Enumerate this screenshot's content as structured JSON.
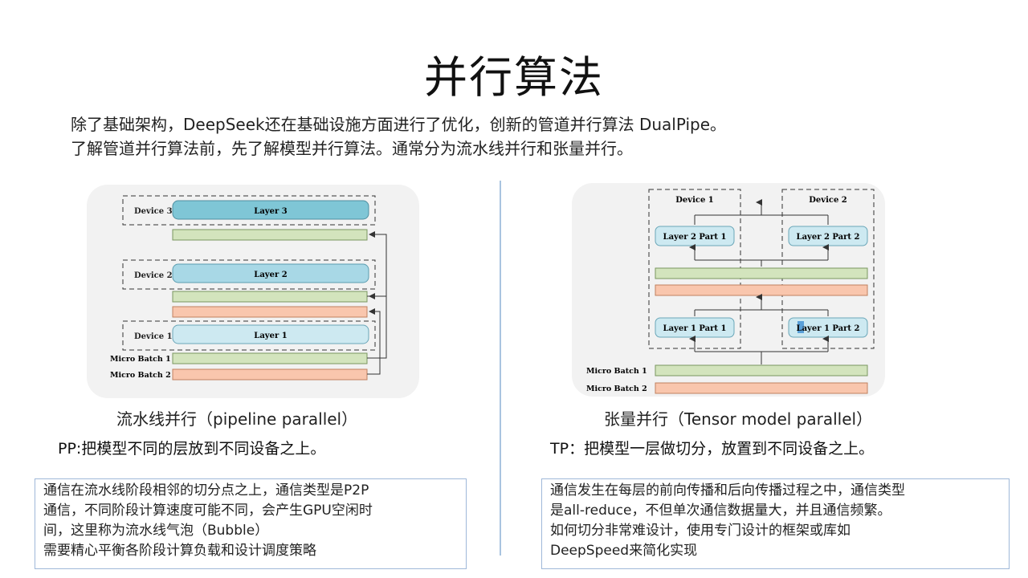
{
  "title": "并行算法",
  "intro": {
    "line1": "除了基础架构，DeepSeek还在基础设施方面进行了优化，创新的管道并行算法 DualPipe。",
    "line2": "了解管道并行算法前，先了解模型并行算法。通常分为流水线并行和张量并行。"
  },
  "pipeline": {
    "diagram": {
      "device3": "Device 3",
      "layer3": "Layer 3",
      "device2": "Device 2",
      "layer2": "Layer 2",
      "device1": "Device 1",
      "layer1": "Layer 1",
      "mb1": "Micro Batch 1",
      "mb2": "Micro Batch 2"
    },
    "caption": "流水线并行（pipeline parallel）",
    "desc": "PP:把模型不同的层放到不同设备之上。",
    "note": [
      "通信在流水线阶段相邻的切分点之上，通信类型是P2P",
      "通信，不同阶段计算速度可能不同，会产生GPU空闲时",
      "间，这里称为流水线气泡（Bubble）",
      "需要精心平衡各阶段计算负载和设计调度策略"
    ]
  },
  "tensor": {
    "diagram": {
      "device1": "Device 1",
      "device2": "Device 2",
      "l2p1": "Layer 2 Part 1",
      "l2p2": "Layer 2 Part 2",
      "l1p1": "Layer 1 Part 1",
      "l1p2": "Layer 1 Part 2",
      "mb1": "Micro Batch 1",
      "mb2": "Micro Batch 2"
    },
    "caption": "张量并行（Tensor model parallel）",
    "desc": "TP：把模型一层做切分，放置到不同设备之上。",
    "note": [
      "通信发生在每层的前向传播和后向传播过程之中，通信类型",
      "是all-reduce，不但单次通信数据量大，并且通信频繁。",
      "如何切分非常难设计，使用专门设计的框架或库如",
      "DeepSpeed来简化实现"
    ]
  },
  "colors": {
    "layer3": "#7fc6d6",
    "layer2": "#a8d8e6",
    "layer1": "#cde9f1",
    "green": "#d3e4bd",
    "orange": "#f9c6ad",
    "note_border": "#9fb8d9"
  }
}
